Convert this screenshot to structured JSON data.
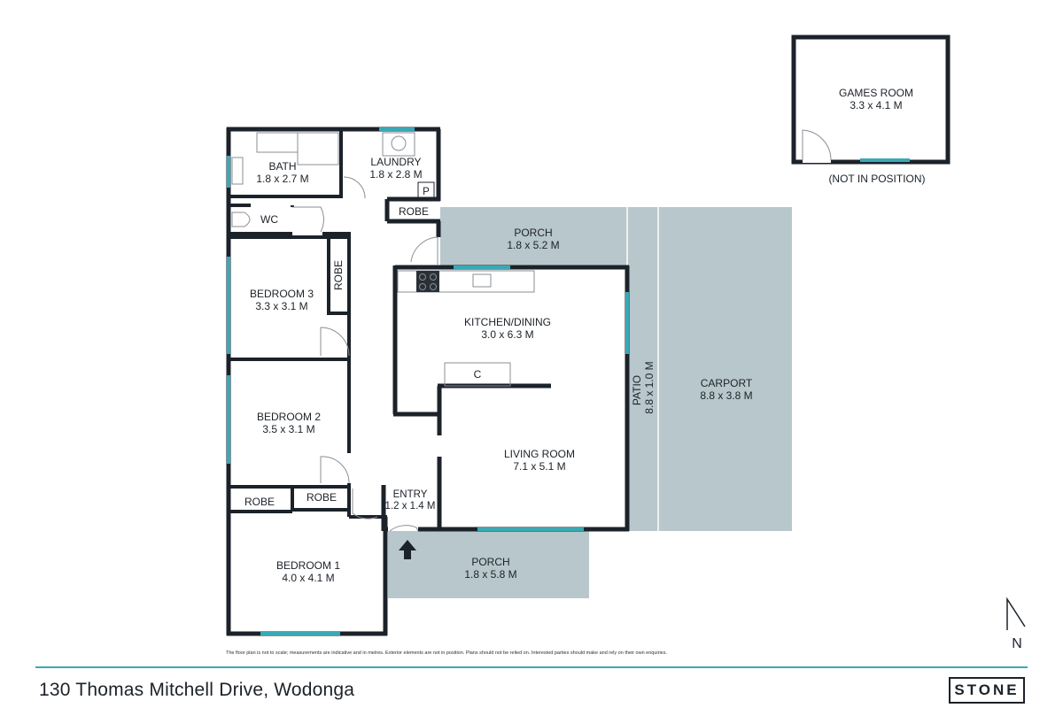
{
  "rooms": {
    "games_room": {
      "name": "GAMES ROOM",
      "size": "3.3 x 4.1 M",
      "note": "(NOT IN POSITION)"
    },
    "bath": {
      "name": "BATH",
      "size": "1.8 x 2.7 M"
    },
    "laundry": {
      "name": "LAUNDRY",
      "size": "1.8 x 2.8 M",
      "pantry": "P"
    },
    "wc": {
      "name": "WC"
    },
    "robe_laundry": {
      "name": "ROBE"
    },
    "porch_north": {
      "name": "PORCH",
      "size": "1.8 x 5.2 M"
    },
    "bedroom3": {
      "name": "BEDROOM 3",
      "size": "3.3 x 3.1 M",
      "robe": "ROBE"
    },
    "kitchen": {
      "name": "KITCHEN/DINING",
      "size": "3.0 x 6.3 M",
      "cupboard": "C"
    },
    "patio": {
      "name": "PATIO",
      "size": "8.8 x 1.0 M"
    },
    "carport": {
      "name": "CARPORT",
      "size": "8.8 x 3.8 M"
    },
    "bedroom2": {
      "name": "BEDROOM 2",
      "size": "3.5 x 3.1 M"
    },
    "living": {
      "name": "LIVING ROOM",
      "size": "7.1 x 5.1 M"
    },
    "entry": {
      "name": "ENTRY",
      "size": "1.2 x 1.4 M"
    },
    "robe_b1": {
      "name": "ROBE"
    },
    "robe_b2": {
      "name": "ROBE"
    },
    "bedroom1": {
      "name": "BEDROOM 1",
      "size": "4.0 x 4.1 M"
    },
    "porch_south": {
      "name": "PORCH",
      "size": "1.8 x 5.8 M"
    }
  },
  "compass": {
    "label": "N"
  },
  "disclaimer": "The floor plan is not to scale; measurements are indicative and in metres. Exterior elements are not in position. Plans should not be relied on. Interested parties should make and rely on their own enquiries.",
  "footer": {
    "address": "130 Thomas Mitchell Drive, Wodonga",
    "logo": "STONE"
  },
  "colors": {
    "wall": "#1c2229",
    "outdoor": "#b8c7cb",
    "window": "#3aa9b5",
    "line": "#8a8f95"
  }
}
